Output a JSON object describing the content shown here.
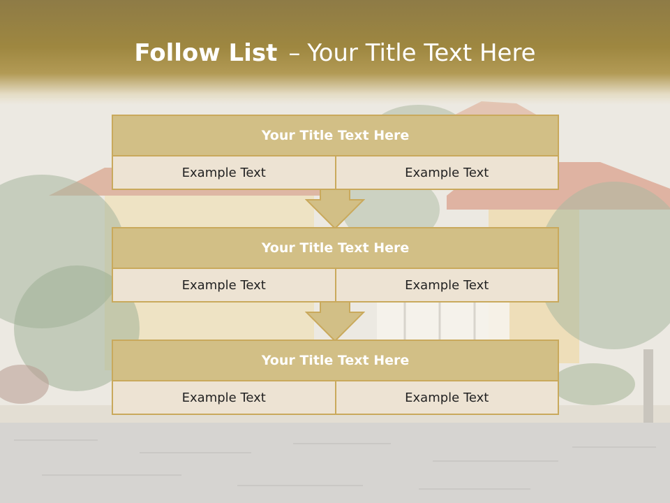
{
  "slide": {
    "title_bold": "Follow List",
    "title_sep": "–",
    "title_rest": "Your Title Text Here"
  },
  "blocks": [
    {
      "title": "Your Title Text Here",
      "left": "Example Text",
      "right": "Example Text"
    },
    {
      "title": "Your Title Text Here",
      "left": "Example Text",
      "right": "Example Text"
    },
    {
      "title": "Your Title Text Here",
      "left": "Example Text",
      "right": "Example Text"
    }
  ],
  "colors": {
    "header_gold": "#9e8740",
    "block_title_fill": "#d2bf86",
    "block_border": "#c9a95c",
    "cell_fill": "#ede3d3",
    "arrow_fill": "#d2bf86"
  },
  "background": {
    "description_icon": "waterfront-house-photo"
  }
}
